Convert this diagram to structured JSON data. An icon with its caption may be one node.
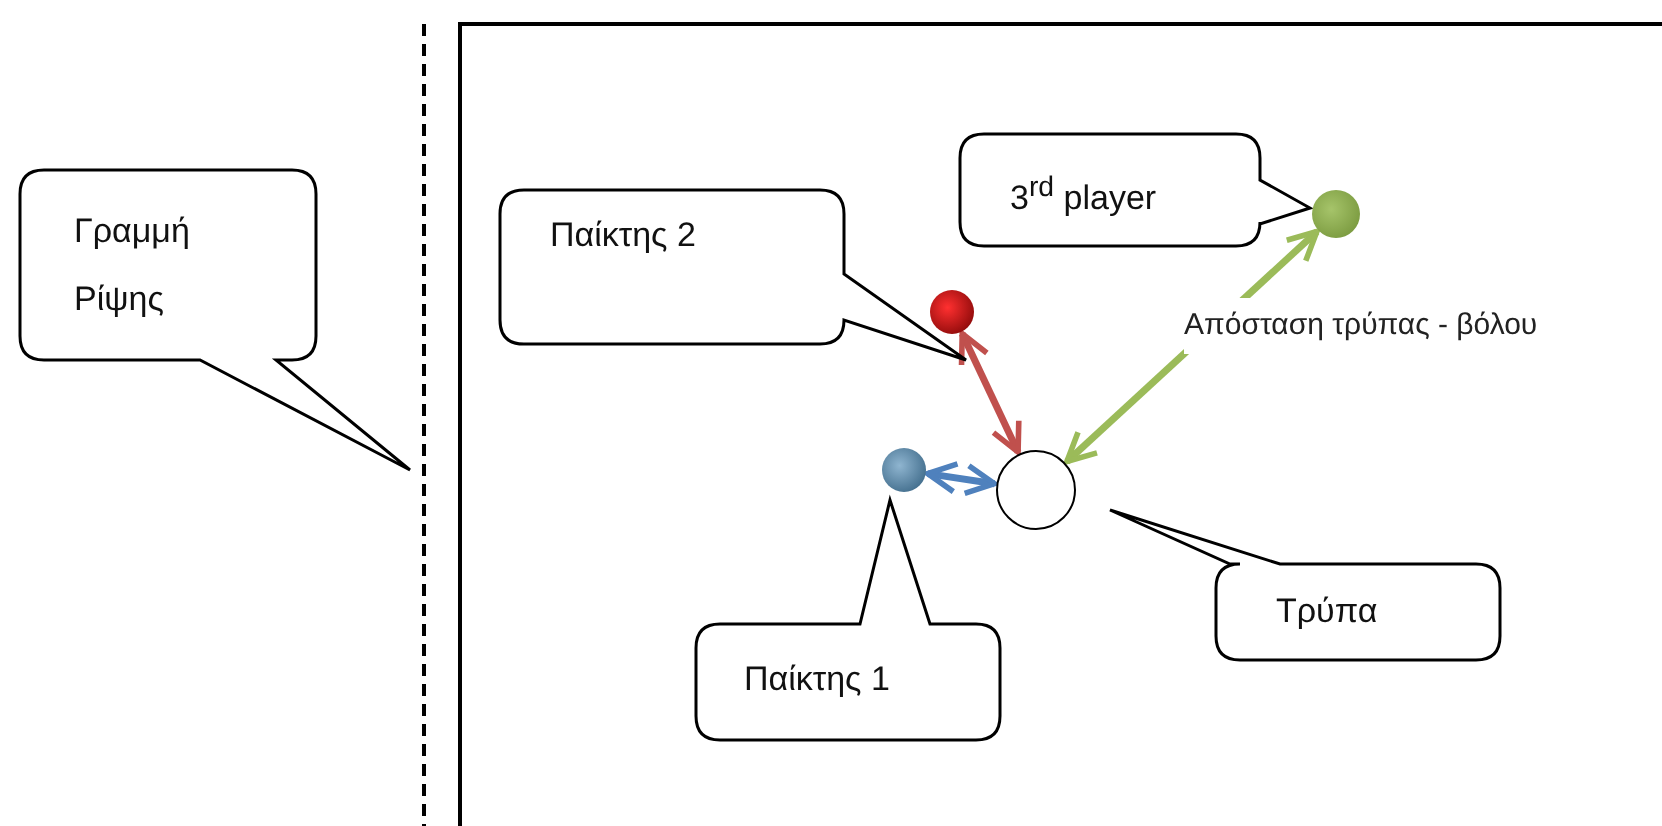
{
  "diagram": {
    "nodes": [
      {
        "text": [
          "Γραμμή Ρίψης"
        ]
      },
      {
        "text": [
          "3$^{rd}$ player"
        ]
      },
      {
        "text": [
          "Παίκτης 2"
        ]
      },
      {
        "text": [],
        "shape": "circle"
      },
      {
        "text": [],
        "shape": "circle"
      },
      {
        "text": [],
        "shape": "circle"
      },
      {
        "text": [],
        "shape": "circle"
      },
      {
        "text": [
          "Τρύπα"
        ]
      },
      {
        "text": [
          "Παίκτης 1"
        ]
      }
    ],
    "edges": [
      {
        "from": 4,
        "to": 6,
        "arrow": "both",
        "color": "#c0504d"
      },
      {
        "from": 3,
        "to": 6,
        "arrow": "both",
        "color": "#9bbb59",
        "label": "Απόσταση τρύπας - βόλου"
      },
      {
        "from": 5,
        "to": 6,
        "arrow": "both",
        "color": "#4f81bd"
      }
    ]
  }
}
